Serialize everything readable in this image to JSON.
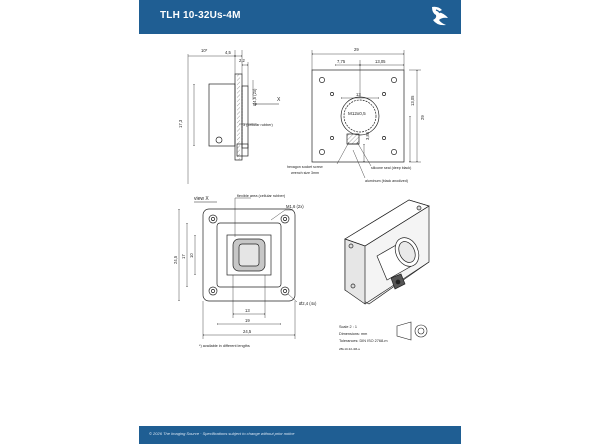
{
  "header": {
    "title": "TLH 10-32Us-4M",
    "bg_color": "#1f5e93"
  },
  "footer": {
    "text": "© 2026 The Imaging Source · Specifications subject to change without prior notice"
  },
  "side_view": {
    "dims": [
      "10*",
      "4,5",
      "2,2",
      "Ø4,5 (2x)",
      "X",
      "17,3",
      "3 (cellular rubber)"
    ]
  },
  "top_view": {
    "dims": [
      "29",
      "7,75",
      "13,05",
      "13",
      "M12x0,5",
      "13,05",
      "29",
      "3,85"
    ],
    "notes": [
      "hexagon socket screw",
      "wrench size 3mm",
      "silicone seal (deep black)",
      "aluminum (black anodized)"
    ]
  },
  "view_x": {
    "label": "view X",
    "notes": [
      "flexible area (cellular rubber)",
      "M1,6 (2x)"
    ],
    "dims": [
      "24,5",
      "17",
      "10",
      "13",
      "19",
      "24,5",
      "Ø2,4 (4x)"
    ]
  },
  "spec": {
    "lines": [
      "Scale 2 : 1",
      "Dimensions: mm",
      "Tolerances: DIN ISO 2768-m"
    ],
    "id": "2BL10-32-4M-a"
  },
  "footnote": "*) available in different lengths"
}
